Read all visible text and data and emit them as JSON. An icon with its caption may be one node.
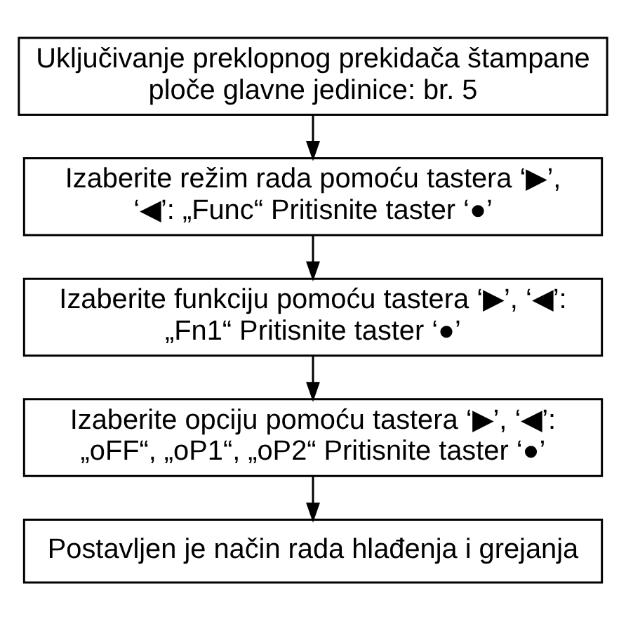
{
  "diagram": {
    "nodes": [
      {
        "text": [
          "Uključivanje preklopnog prekidača štampane ploče glavne jedinice: br. 5"
        ]
      },
      {
        "text": [
          "Izaberite režim rada pomoću tastera ‘▶’, ‘◀’: „Func“ Pritisnite taster ‘●’"
        ]
      },
      {
        "text": [
          "Izaberite funkciju pomoću tastera ‘▶’, ‘◀’: „Fn1“ Pritisnite taster ‘●’"
        ]
      },
      {
        "text": [
          "Izaberite opciju pomoću tastera ‘▶’, ‘◀’: „oFF“, „oP1“, „oP2“ Pritisnite taster ‘●’"
        ]
      },
      {
        "text": [
          "Postavljen je način rada hlađenja i grejanja"
        ]
      }
    ],
    "edges": [
      {
        "from": 0,
        "to": 1,
        "arrow": "to"
      },
      {
        "from": 1,
        "to": 2,
        "arrow": "to"
      },
      {
        "from": 2,
        "to": 3,
        "arrow": "to"
      },
      {
        "from": 3,
        "to": 4,
        "arrow": "to"
      }
    ]
  }
}
